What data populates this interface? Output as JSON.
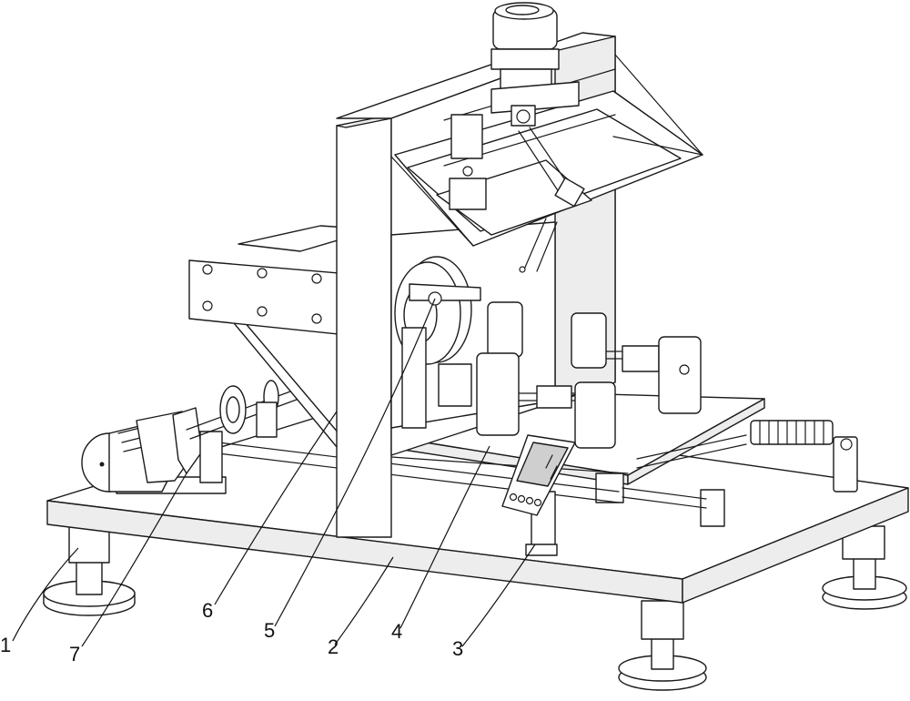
{
  "drawing": {
    "labels": [
      {
        "id": "1",
        "text": "1"
      },
      {
        "id": "2",
        "text": "2"
      },
      {
        "id": "3",
        "text": "3"
      },
      {
        "id": "4",
        "text": "4"
      },
      {
        "id": "5",
        "text": "5"
      },
      {
        "id": "6",
        "text": "6"
      },
      {
        "id": "7",
        "text": "7"
      }
    ]
  }
}
